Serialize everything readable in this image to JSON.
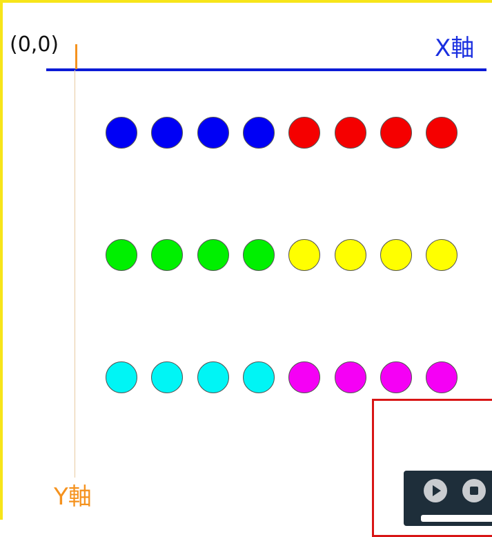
{
  "labels": {
    "origin": "(0,0)",
    "x_axis": "X軸",
    "y_axis": "Y軸"
  },
  "colors": {
    "frame": "#f7e51a",
    "x_axis": "#0b1bd6",
    "y_axis_tick": "#f5921e",
    "box_border": "#d81515",
    "toolbar_bg": "#1e2e3a"
  },
  "dot_rows": [
    [
      "#0000f5",
      "#0000f5",
      "#0000f5",
      "#0000f5",
      "#f50000",
      "#f50000",
      "#f50000",
      "#f50000"
    ],
    [
      "#00f000",
      "#00f000",
      "#00f000",
      "#00f000",
      "#ffff00",
      "#ffff00",
      "#ffff00",
      "#ffff00"
    ],
    [
      "#00f5f5",
      "#00f5f5",
      "#00f5f5",
      "#00f5f5",
      "#f500f5",
      "#f500f5",
      "#f500f5",
      "#f500f5"
    ]
  ],
  "controls": {
    "play_icon": "play-icon",
    "stop_icon": "stop-icon"
  }
}
